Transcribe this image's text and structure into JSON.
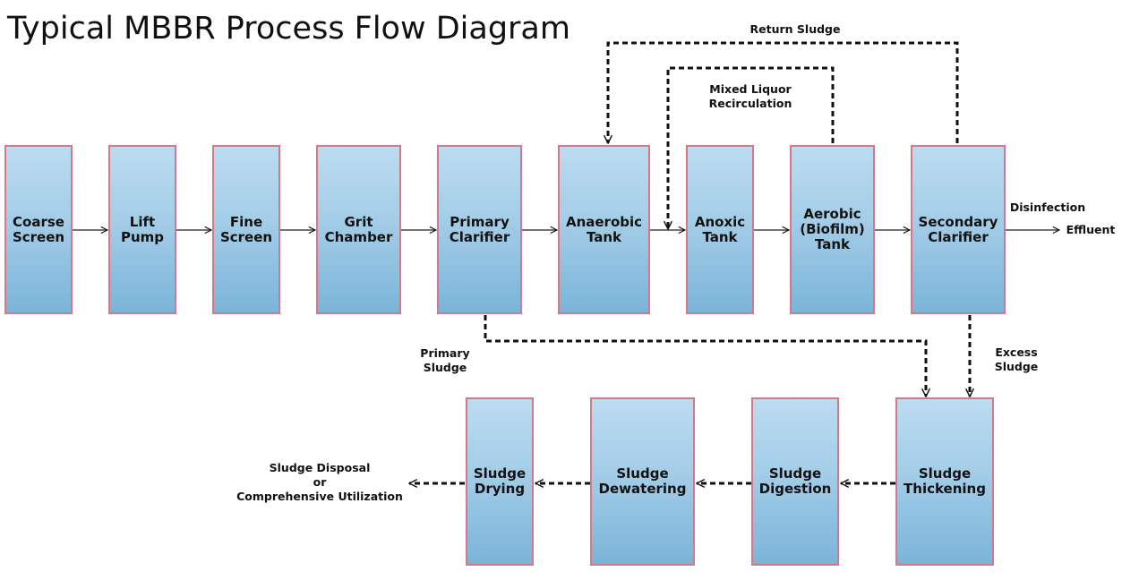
{
  "title": "Typical MBBR Process Flow Diagram",
  "process": {
    "coarse_screen": "Coarse\nScreen",
    "lift_pump": "Lift\nPump",
    "fine_screen": "Fine\nScreen",
    "grit_chamber": "Grit\nChamber",
    "primary_clarifier": "Primary\nClarifier",
    "anaerobic_tank": "Anaerobic\nTank",
    "anoxic_tank": "Anoxic\nTank",
    "aerobic_tank": "Aerobic\n(Biofilm)\nTank",
    "secondary_clarifier": "Secondary\nClarifier"
  },
  "sludge": {
    "drying": "Sludge\nDrying",
    "dewatering": "Sludge\nDewatering",
    "digestion": "Sludge\nDigestion",
    "thickening": "Sludge\nThickening"
  },
  "labels": {
    "return_sludge": "Return Sludge",
    "mixed_liquor": "Mixed Liquor\nRecirculation",
    "disinfection": "Disinfection",
    "effluent": "Effluent",
    "primary_sludge": "Primary\nSludge",
    "excess_sludge": "Excess\nSludge",
    "disposal": "Sludge Disposal\nor\nComprehensive Utilization"
  }
}
